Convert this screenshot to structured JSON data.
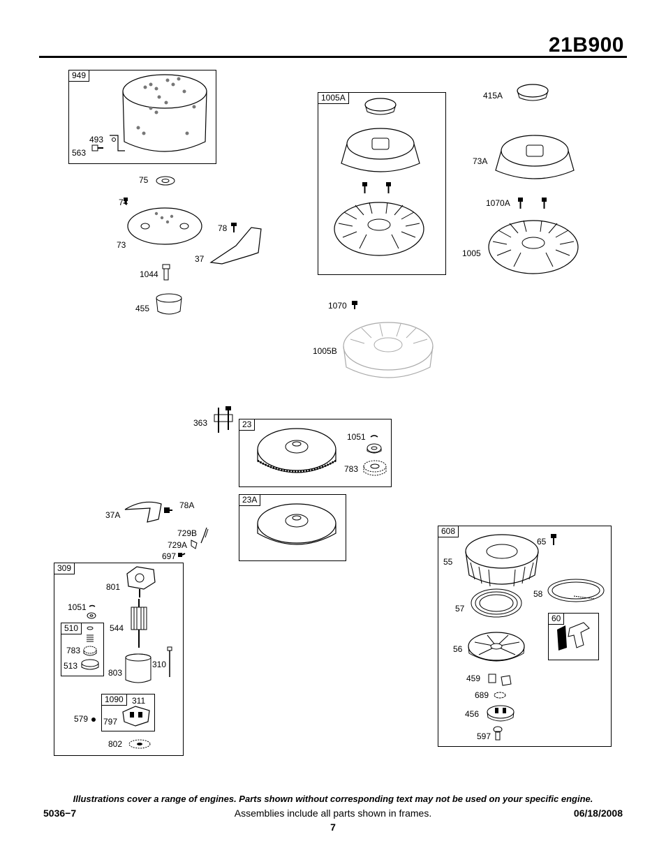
{
  "header": {
    "model": "21B900"
  },
  "frames": {
    "f949": "949",
    "f1005a": "1005A",
    "f23": "23",
    "f23a": "23A",
    "f309": "309",
    "f510": "510",
    "f1090": "1090",
    "f608": "608",
    "f60": "60"
  },
  "labels": {
    "l493": "493",
    "l563": "563",
    "l75": "75",
    "l74": "74",
    "l73": "73",
    "l78": "78",
    "l37": "37",
    "l1044": "1044",
    "l455": "455",
    "l415a": "415A",
    "l73a": "73A",
    "l1070a": "1070A",
    "l1005": "1005",
    "l1070": "1070",
    "l1005b": "1005B",
    "l363": "363",
    "l1051a": "1051",
    "l783a": "783",
    "l37a": "37A",
    "l78a": "78A",
    "l729b": "729B",
    "l729a": "729A",
    "l697": "697",
    "l801": "801",
    "l1051b": "1051",
    "l544": "544",
    "l783b": "783",
    "l513": "513",
    "l803": "803",
    "l310": "310",
    "l311": "311",
    "l579": "579",
    "l797": "797",
    "l802": "802",
    "l65": "65",
    "l55": "55",
    "l58": "58",
    "l57": "57",
    "l56": "56",
    "l459": "459",
    "l689": "689",
    "l456": "456",
    "l597": "597"
  },
  "footer": {
    "disclaimer": "Illustrations cover a range of engines. Parts shown without corresponding text may not be used on your specific engine.",
    "doc_number": "5036−7",
    "assemblies_note": "Assemblies include all parts shown in frames.",
    "date": "06/18/2008",
    "page": "7"
  }
}
